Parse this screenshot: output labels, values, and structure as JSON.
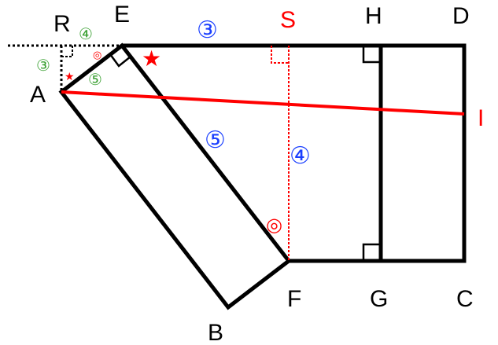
{
  "colors": {
    "figure": "#000000",
    "red": "#ff0000",
    "blue": "#1a3fff",
    "green": "#3aa032"
  },
  "points": {
    "R": "R",
    "E": "E",
    "S": "S",
    "H": "H",
    "D": "D",
    "A": "A",
    "I": "I",
    "F": "F",
    "G": "G",
    "C": "C",
    "B": "B"
  },
  "lengths": {
    "ES": "③",
    "EF": "⑤",
    "SF": "④",
    "AR": "③",
    "RE": "④",
    "AE": "⑤"
  },
  "markers": {
    "star": "★",
    "double_circle": "◎"
  }
}
